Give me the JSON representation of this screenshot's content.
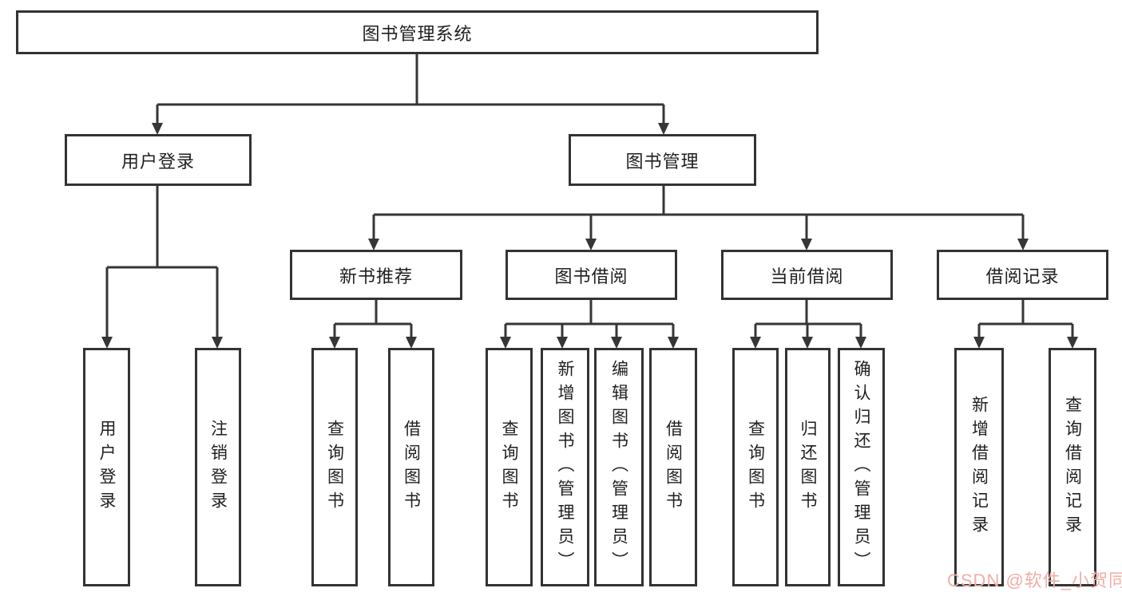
{
  "tree": {
    "label": "图书管理系统",
    "children": [
      {
        "label": "用户登录",
        "children": [
          {
            "label": "用户登录"
          },
          {
            "label": "注销登录"
          }
        ]
      },
      {
        "label": "图书管理",
        "children": [
          {
            "label": "新书推荐",
            "children": [
              {
                "label": "查询图书"
              },
              {
                "label": "借阅图书"
              }
            ]
          },
          {
            "label": "图书借阅",
            "children": [
              {
                "label": "查询图书"
              },
              {
                "label": "新增图书（管理员）"
              },
              {
                "label": "编辑图书（管理员）"
              },
              {
                "label": "借阅图书"
              }
            ]
          },
          {
            "label": "当前借阅",
            "children": [
              {
                "label": "查询图书"
              },
              {
                "label": "归还图书"
              },
              {
                "label": "确认归还（管理员）"
              }
            ]
          },
          {
            "label": "借阅记录",
            "children": [
              {
                "label": "新增借阅记录"
              },
              {
                "label": "查询借阅记录"
              }
            ]
          }
        ]
      }
    ]
  },
  "watermark": {
    "text": "CSDN @软件_小贺同学",
    "color": "#f2aca6"
  },
  "colors": {
    "line": "#363636",
    "box_border": "#333333",
    "text": "#1f1f1f",
    "background": "#ffffff"
  }
}
